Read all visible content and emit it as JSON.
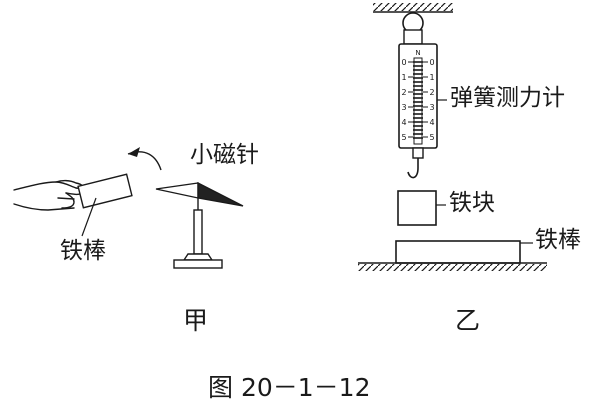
{
  "figure": {
    "caption": "图 20－1－12",
    "panel_left": {
      "caption": "甲",
      "rod_label": "铁棒",
      "needle_label": "小磁针"
    },
    "panel_right": {
      "caption": "乙",
      "scale_label": "弹簧测力计",
      "block_label": "铁块",
      "rod_label": "铁棒",
      "scale_unit": "N",
      "scale_ticks": [
        "0",
        "1",
        "2",
        "3",
        "4",
        "5"
      ]
    }
  },
  "colors": {
    "ink": "#1a1a1a",
    "needle_dark": "#222222",
    "paper": "#ffffff"
  }
}
